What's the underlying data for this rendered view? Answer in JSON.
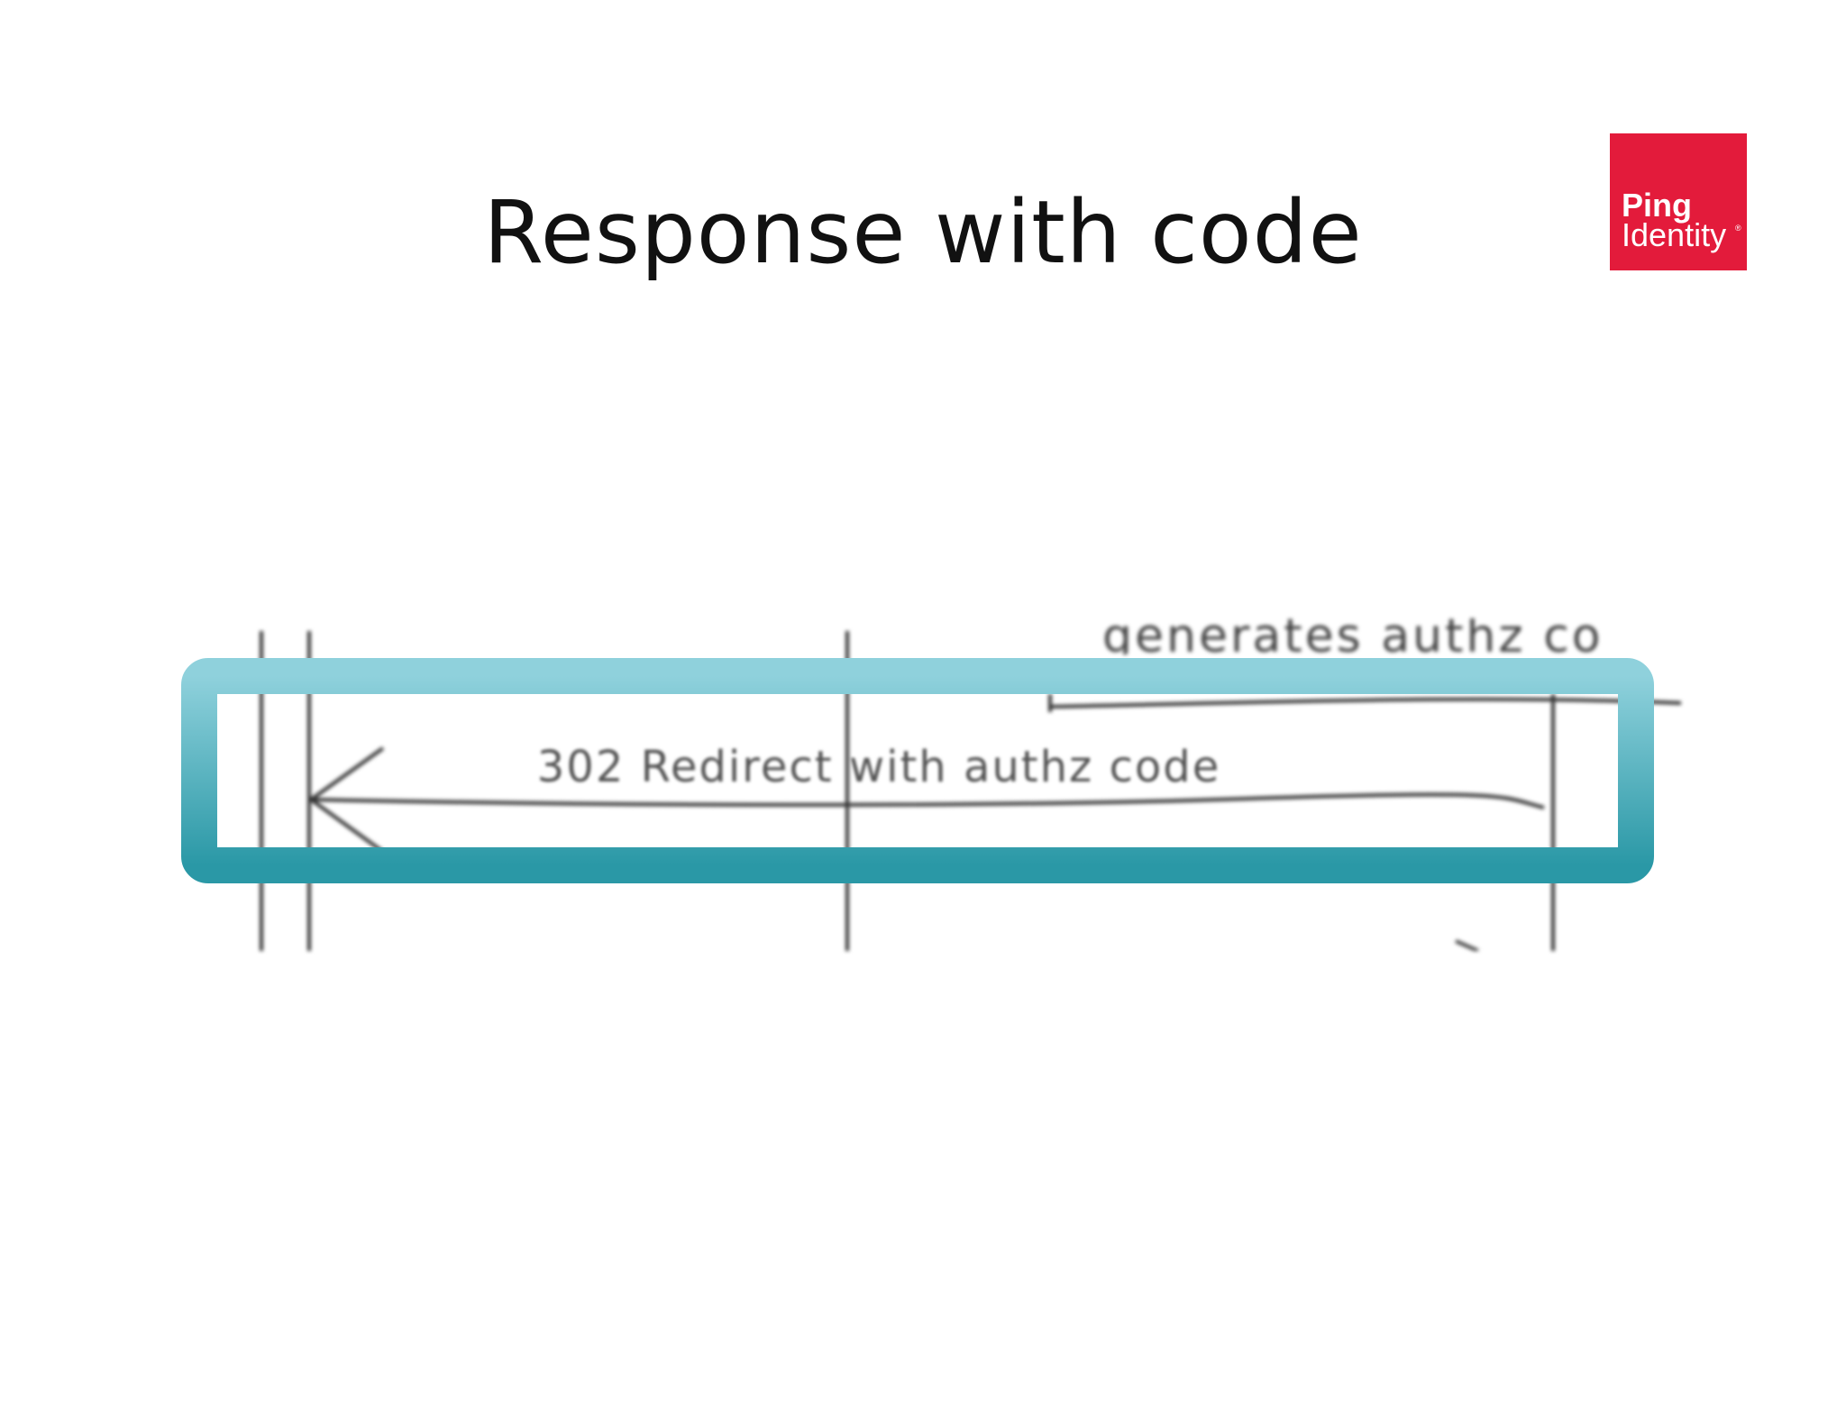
{
  "slide": {
    "title": "Response with code"
  },
  "logo": {
    "line1": "Ping",
    "line2": "Identity",
    "mark": "®",
    "color": "#e31b3b"
  },
  "diagram": {
    "message_label": "302 Redirect with authz code",
    "top_label": "generates authz co",
    "frame_color": "#2fa3b0"
  }
}
